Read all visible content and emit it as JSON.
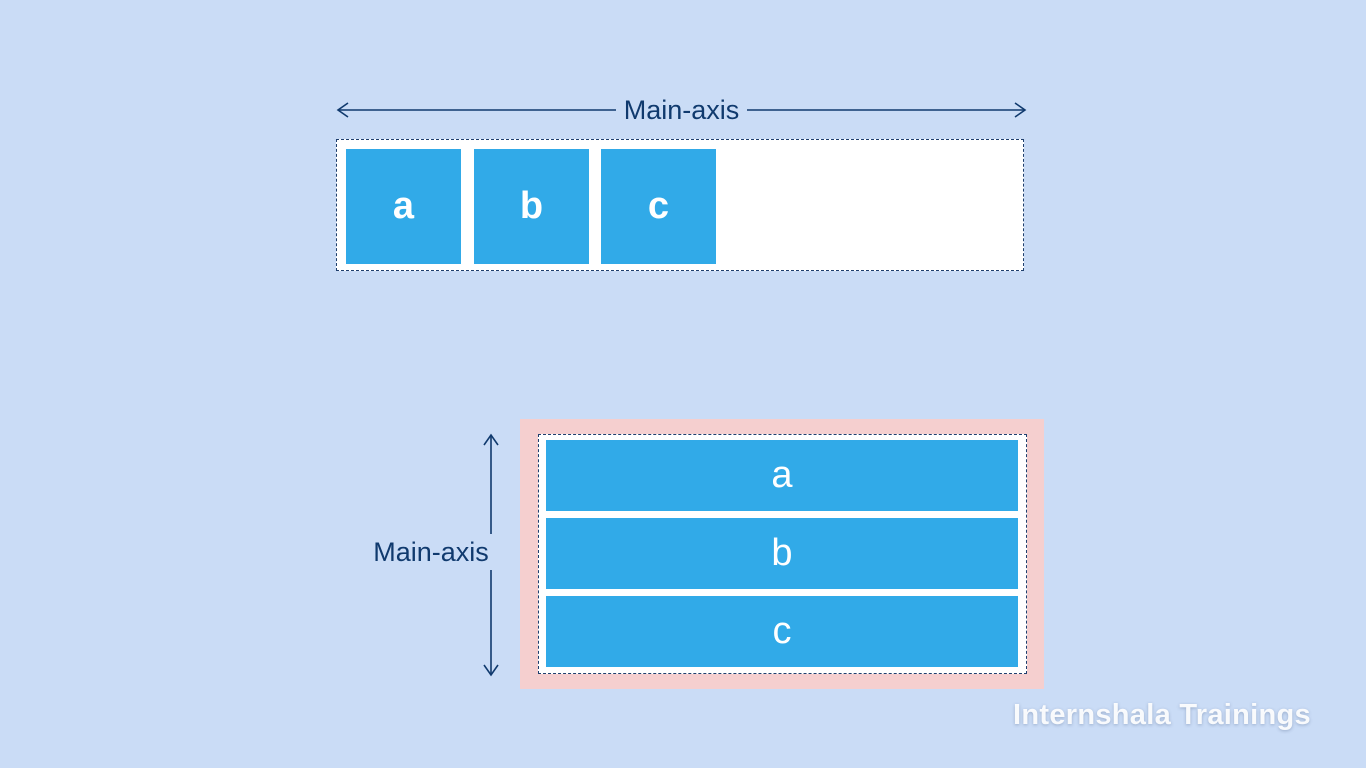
{
  "colors": {
    "background": "#cadcf6",
    "item": "#31aae8",
    "axis": "#103a6e",
    "container_fill": "#ffffff",
    "column_outer": "#f5cfcf",
    "item_text": "#ffffff"
  },
  "row_diagram": {
    "axis_label": "Main-axis",
    "items": [
      "a",
      "b",
      "c"
    ]
  },
  "column_diagram": {
    "axis_label": "Main-axis",
    "items": [
      "a",
      "b",
      "c"
    ]
  },
  "watermark": "Internshala Trainings"
}
